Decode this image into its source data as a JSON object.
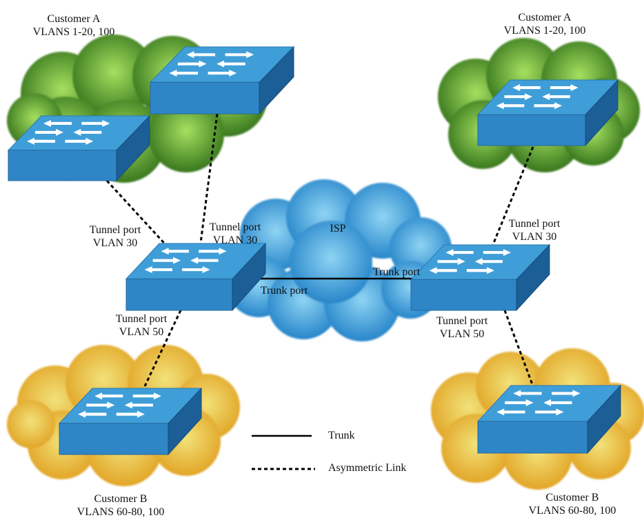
{
  "colors": {
    "green_cloud_center": "#a6e060",
    "green_cloud_edge": "#2f6e18",
    "yellow_cloud_center": "#f2e27a",
    "yellow_cloud_edge": "#e0a020",
    "isp_cloud_center": "#8fd4f4",
    "isp_cloud_edge": "#1a7cc4",
    "switch_top": "#3f9ed8",
    "switch_front": "#2f86c6",
    "switch_side": "#1c5e96",
    "arrow": "#ffffff",
    "link": "#000000"
  },
  "labels": {
    "customer_a_left_name": "Customer A",
    "customer_a_left_vlans": "VLANS 1-20, 100",
    "customer_a_right_name": "Customer A",
    "customer_a_right_vlans": "VLANS 1-20, 100",
    "customer_b_left_name": "Customer B",
    "customer_b_left_vlans": "VLANS 60-80, 100",
    "customer_b_right_name": "Customer B",
    "customer_b_right_vlans": "VLANS 60-80, 100",
    "isp": "ISP",
    "left_tunnel_a1_port": "Tunnel port",
    "left_tunnel_a1_vlan": "VLAN 30",
    "left_tunnel_a2_port": "Tunnel port",
    "left_tunnel_a2_vlan": "VLAN 30",
    "left_tunnel_b_port": "Tunnel port",
    "left_tunnel_b_vlan": "VLAN 50",
    "left_trunk_port": "Trunk port",
    "right_trunk_port": "Trunk port",
    "right_tunnel_a_port": "Tunnel port",
    "right_tunnel_a_vlan": "VLAN 30",
    "right_tunnel_b_port": "Tunnel port",
    "right_tunnel_b_vlan": "VLAN 50"
  },
  "legend": {
    "trunk": "Trunk",
    "asymmetric": "Asymmetric Link"
  }
}
